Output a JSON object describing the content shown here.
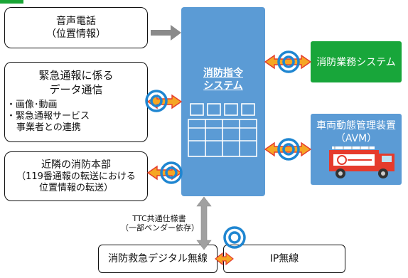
{
  "voice_call": {
    "line1": "音声電話",
    "line2": "（位置情報）"
  },
  "emergency_data": {
    "line1": "緊急通報に係る",
    "line2": "データ通信",
    "bullets": [
      "・画像･動画",
      "・緊急通報サービス",
      "事業者との連携"
    ]
  },
  "neighbor_hq": {
    "line1": "近隣の消防本部",
    "line2": "（119番通報の転送における",
    "line3": "位置情報の転送）"
  },
  "hub": {
    "line1": "消防指令",
    "line2": "システム"
  },
  "fire_business_system": {
    "label": "消防業務システム"
  },
  "avm": {
    "line1": "車両動態管理装置",
    "line2": "（AVM）"
  },
  "ttc_note": {
    "line1": "TTC共通仕様書",
    "line2": "（一部ベンダー依存）"
  },
  "digital_radio": {
    "label": "消防救急デジタル無線"
  },
  "ip_radio": {
    "label": "IP無線"
  },
  "colors": {
    "hub": "#5b9bd5",
    "business": "#18a63a",
    "avm": "#5b9bd5",
    "arrow_orange": "#f5a623",
    "arrow_red": "#e53b2c",
    "target_blue": "#1f86d1",
    "gray_arrow": "#8a8a8a"
  }
}
